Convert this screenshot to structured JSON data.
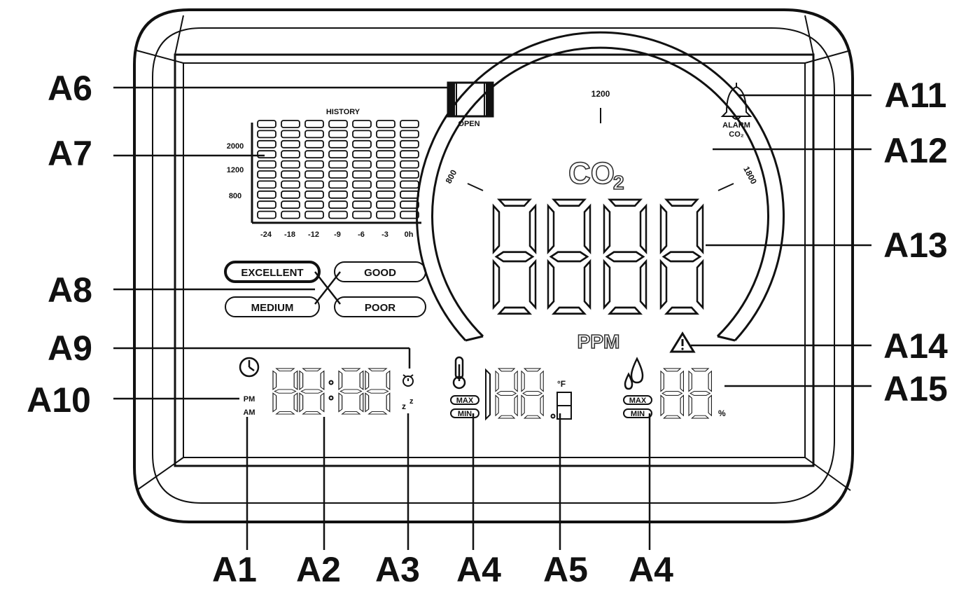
{
  "callouts": {
    "A1": "A1",
    "A2": "A2",
    "A3": "A3",
    "A4": "A4",
    "A5": "A5",
    "A6": "A6",
    "A7": "A7",
    "A8": "A8",
    "A9": "A9",
    "A10": "A10",
    "A11": "A11",
    "A12": "A12",
    "A13": "A13",
    "A14": "A14",
    "A15": "A15"
  },
  "window": {
    "label": "OPEN"
  },
  "history": {
    "title": "HISTORY",
    "y_ticks": [
      "2000",
      "1200",
      "800"
    ],
    "x_ticks": [
      "-24",
      "-18",
      "-12",
      "-9",
      "-6",
      "-3",
      "0h"
    ]
  },
  "quality": {
    "excellent": "EXCELLENT",
    "good": "GOOD",
    "medium": "MEDIUM",
    "poor": "POOR"
  },
  "gauge": {
    "left": "800",
    "top": "1200",
    "right": "1800"
  },
  "alarm": {
    "line1": "ALARM",
    "line2": "CO₂"
  },
  "co2": {
    "label": "CO",
    "sub": "2",
    "unit": "PPM"
  },
  "clock": {
    "pm": "PM",
    "am": "AM"
  },
  "minmax": {
    "max": "MAX",
    "min": "MIN"
  },
  "temp_unit": "°F",
  "humidity_unit": "%",
  "snooze": "z"
}
